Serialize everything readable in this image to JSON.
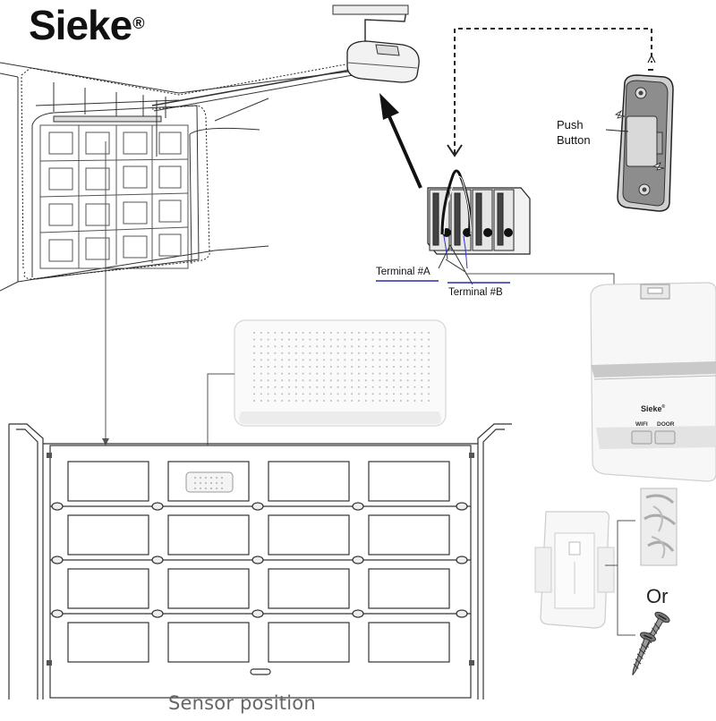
{
  "brand": {
    "name": "Sieke",
    "mark": "®"
  },
  "labels": {
    "push_button": "Push Button",
    "push_line1": "Push",
    "push_line2": "Button",
    "terminal_a": "Terminal #A",
    "terminal_b": "Terminal #B",
    "or": "Or",
    "sensor_position": "Sensor position"
  },
  "controller": {
    "brand": "Sieke",
    "brand_mark": "®",
    "button_wifi": "WIFI",
    "button_door": "DOOR"
  },
  "colors": {
    "terminal_underline": "#2b2bb0",
    "line": "#333333",
    "device_white": "#f7f7f7",
    "device_gray": "#c9c9c9",
    "caption": "#666666"
  },
  "icons": [
    "garage-opener-motor-icon",
    "garage-door-icon",
    "push-button-remote-icon",
    "terminal-block-icon",
    "door-sensor-icon",
    "controller-device-icon",
    "mounting-bracket-icon",
    "adhesive-tape-icon",
    "screw-icon"
  ]
}
